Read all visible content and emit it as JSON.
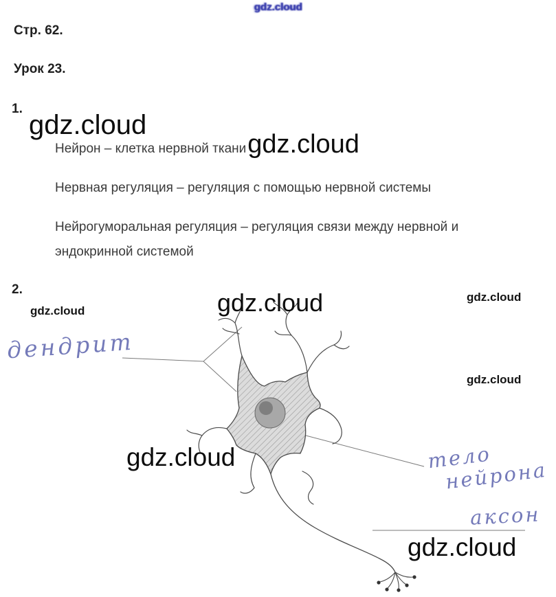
{
  "colors": {
    "watermark_blue": "#3b3fae",
    "ink_blue": "#5c63ad",
    "text_dark": "#3a3a3a"
  },
  "header": {
    "top_watermark": "gdz.cloud",
    "page_heading": "Стр. 62.",
    "lesson_heading": "Урок 23."
  },
  "section1": {
    "number": "1.",
    "watermark_a": "gdz.cloud",
    "definition1": "Нейрон – клетка нервной ткани",
    "watermark_b": "gdz.cloud",
    "definition2": "Нервная регуляция – регуляция с помощью нервной системы",
    "definition3_line1": "Нейрогуморальная регуляция – регуляция связи между нервной и",
    "definition3_line2": "эндокринной системой"
  },
  "section2": {
    "number": "2.",
    "watermark_small_left": "gdz.cloud",
    "watermark_center": "gdz.cloud",
    "watermark_right_top": "gdz.cloud",
    "watermark_right_mid": "gdz.cloud",
    "watermark_left_large": "gdz.cloud",
    "watermark_bottom_right": "gdz.cloud",
    "handwritten_labels": {
      "dendrites": "дендрит",
      "cell_body_line1": "тело",
      "cell_body_line2": "нейрона",
      "axon": "аксон"
    }
  }
}
